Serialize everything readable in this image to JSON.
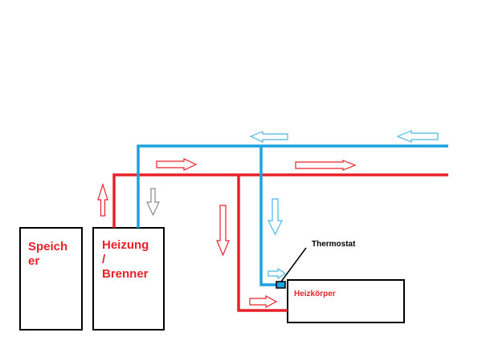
{
  "labels": {
    "speicher_line1": "Speich",
    "speicher_line2": "er",
    "heizung_line1": "Heizung",
    "heizung_line2": "/",
    "heizung_line3": "Brenner",
    "thermostat": "Thermostat",
    "heizkoerper": "Heizkörper"
  },
  "colors": {
    "supply_pipe": "#e8202a",
    "return_pipe": "#1aa3e0",
    "supply_arrow": "#e8202a",
    "return_arrow": "#4ab8e8",
    "box_outline": "#000000",
    "label_text": "#e8202a"
  }
}
